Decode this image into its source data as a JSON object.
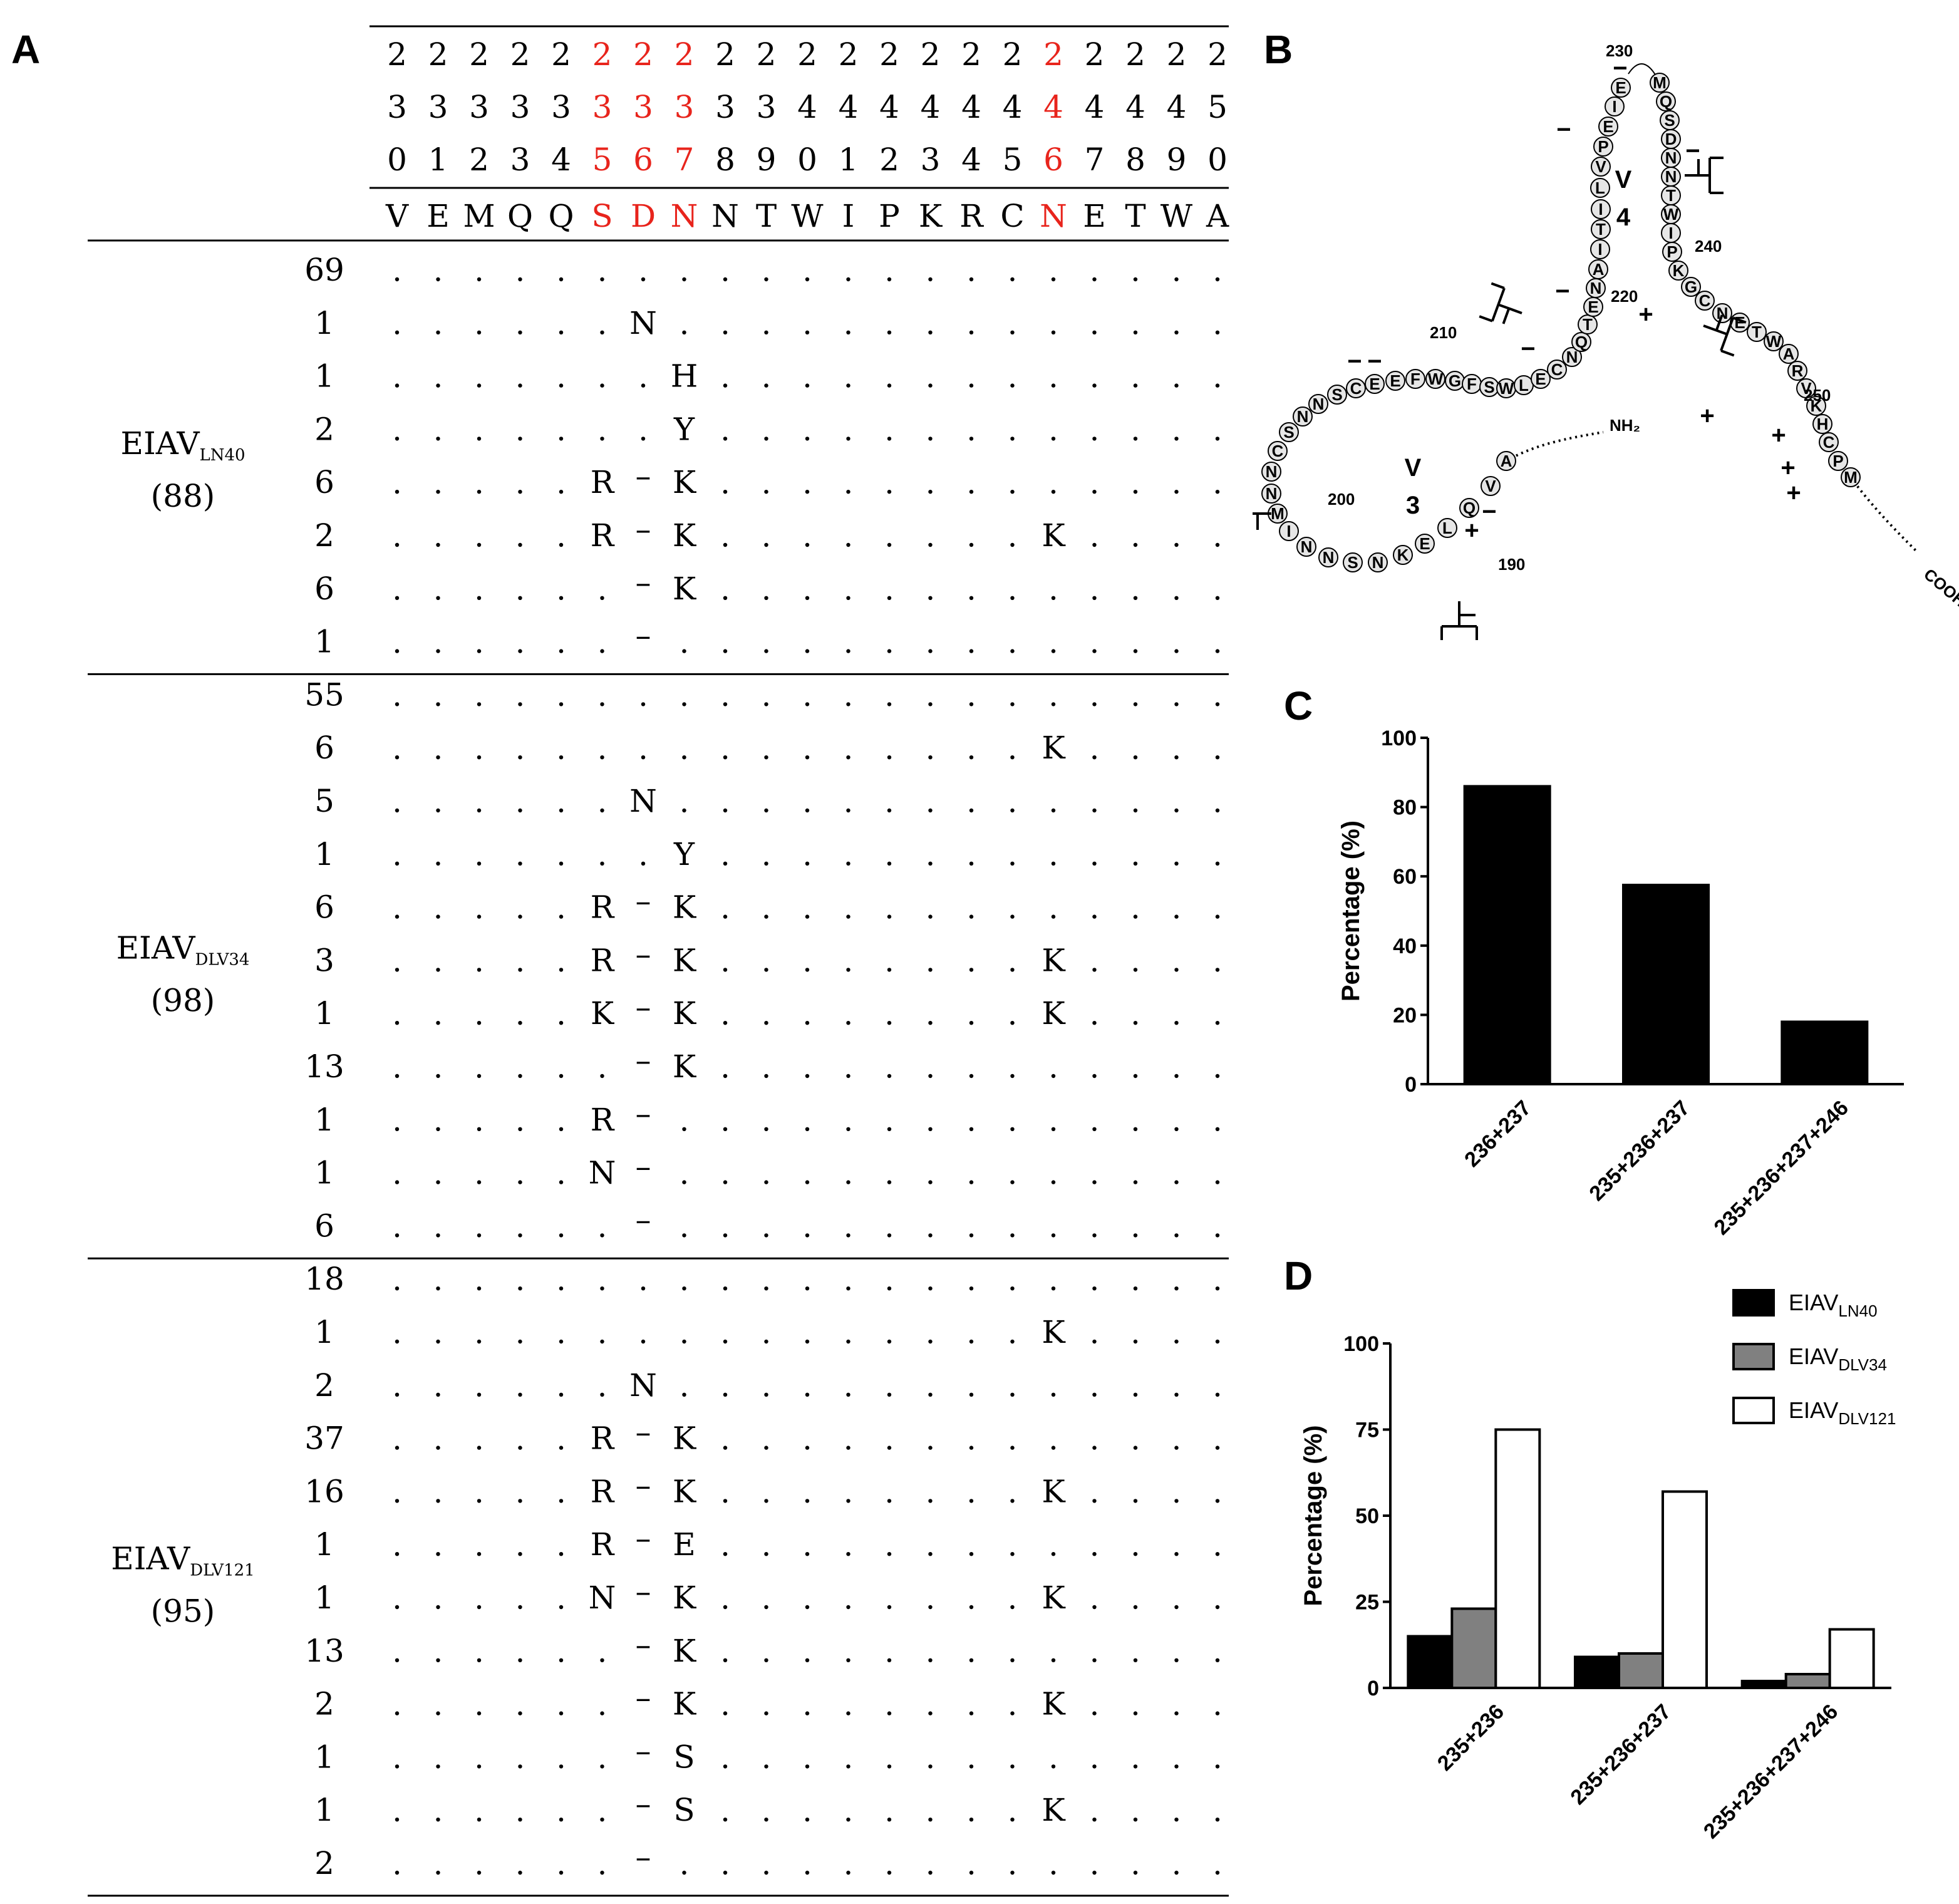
{
  "panelA": {
    "letter": "A",
    "positions": [
      "230",
      "231",
      "232",
      "233",
      "234",
      "235",
      "236",
      "237",
      "238",
      "239",
      "240",
      "241",
      "242",
      "243",
      "244",
      "245",
      "246",
      "247",
      "248",
      "249",
      "250"
    ],
    "highlight_idx": [
      5,
      6,
      7,
      16
    ],
    "reference": [
      "V",
      "E",
      "M",
      "Q",
      "Q",
      "S",
      "D",
      "N",
      "N",
      "T",
      "W",
      "I",
      "P",
      "K",
      "R",
      "C",
      "N",
      "E",
      "T",
      "W",
      "A"
    ],
    "groups": [
      {
        "name": "EIAV",
        "sub": "LN40",
        "total": "(88)",
        "rows": [
          {
            "count": "69",
            "subs": {}
          },
          {
            "count": "1",
            "subs": {
              "6": "N"
            }
          },
          {
            "count": "1",
            "subs": {
              "7": "H"
            }
          },
          {
            "count": "2",
            "subs": {
              "7": "Y"
            }
          },
          {
            "count": "6",
            "subs": {
              "5": "R",
              "6": "–",
              "7": "K"
            }
          },
          {
            "count": "2",
            "subs": {
              "5": "R",
              "6": "–",
              "7": "K",
              "16": "K"
            }
          },
          {
            "count": "6",
            "subs": {
              "6": "–",
              "7": "K"
            }
          },
          {
            "count": "1",
            "subs": {
              "6": "–"
            }
          }
        ]
      },
      {
        "name": "EIAV",
        "sub": "DLV34",
        "total": "(98)",
        "rows": [
          {
            "count": "55",
            "subs": {}
          },
          {
            "count": "6",
            "subs": {
              "16": "K"
            }
          },
          {
            "count": "5",
            "subs": {
              "6": "N"
            }
          },
          {
            "count": "1",
            "subs": {
              "7": "Y"
            }
          },
          {
            "count": "6",
            "subs": {
              "5": "R",
              "6": "–",
              "7": "K"
            }
          },
          {
            "count": "3",
            "subs": {
              "5": "R",
              "6": "–",
              "7": "K",
              "16": "K"
            }
          },
          {
            "count": "1",
            "subs": {
              "5": "K",
              "6": "–",
              "7": "K",
              "16": "K"
            }
          },
          {
            "count": "13",
            "subs": {
              "6": "–",
              "7": "K"
            }
          },
          {
            "count": "1",
            "subs": {
              "5": "R",
              "6": "–"
            }
          },
          {
            "count": "1",
            "subs": {
              "5": "N",
              "6": "–"
            }
          },
          {
            "count": "6",
            "subs": {
              "6": "–"
            }
          }
        ]
      },
      {
        "name": "EIAV",
        "sub": "DLV121",
        "total": "(95)",
        "rows": [
          {
            "count": "18",
            "subs": {}
          },
          {
            "count": "1",
            "subs": {
              "16": "K"
            }
          },
          {
            "count": "2",
            "subs": {
              "6": "N"
            }
          },
          {
            "count": "37",
            "subs": {
              "5": "R",
              "6": "–",
              "7": "K"
            }
          },
          {
            "count": "16",
            "subs": {
              "5": "R",
              "6": "–",
              "7": "K",
              "16": "K"
            }
          },
          {
            "count": "1",
            "subs": {
              "5": "R",
              "6": "–",
              "7": "E"
            }
          },
          {
            "count": "1",
            "subs": {
              "5": "N",
              "6": "–",
              "7": "K",
              "16": "K"
            }
          },
          {
            "count": "13",
            "subs": {
              "6": "–",
              "7": "K"
            }
          },
          {
            "count": "2",
            "subs": {
              "6": "–",
              "7": "K",
              "16": "K"
            }
          },
          {
            "count": "1",
            "subs": {
              "6": "–",
              "7": "S"
            }
          },
          {
            "count": "1",
            "subs": {
              "6": "–",
              "7": "S",
              "16": "K"
            }
          },
          {
            "count": "2",
            "subs": {
              "6": "–"
            }
          }
        ]
      }
    ],
    "colors": {
      "highlight": "#e8241c",
      "text": "#000000"
    }
  },
  "panelB": {
    "letter": "B",
    "loop_labels": [
      {
        "line1": "V",
        "line2": "3"
      },
      {
        "line1": "V",
        "line2": "4"
      }
    ],
    "v3_residues": [
      "A",
      "V",
      "Q",
      "L",
      "E",
      "K",
      "N",
      "S",
      "N",
      "N",
      "I",
      "M",
      "N",
      "N",
      "C",
      "S",
      "N",
      "N",
      "S",
      "C",
      "E",
      "E",
      "F",
      "W",
      "G",
      "F",
      "S",
      "W",
      "L",
      "E",
      "C",
      "N",
      "Q",
      "T",
      "E",
      "N",
      "A",
      "I",
      "T",
      "I",
      "L",
      "V",
      "P",
      "E",
      "I",
      "E"
    ],
    "v4_residues": [
      "M",
      "Q",
      "S",
      "D",
      "N",
      "N",
      "T",
      "W",
      "I",
      "P",
      "K",
      "G",
      "C",
      "N",
      "E",
      "T",
      "W",
      "A",
      "R",
      "V",
      "K",
      "H",
      "C",
      "P",
      "M"
    ],
    "numbers": [
      "190",
      "200",
      "210",
      "220",
      "230",
      "240",
      "250"
    ],
    "nh2": "NH₂",
    "cooh": "COOH"
  },
  "panelC": {
    "letter": "C",
    "chart_data": {
      "type": "bar",
      "categories": [
        "236+237",
        "235+236+237",
        "235+236+237+246"
      ],
      "values": [
        86,
        57.5,
        18
      ],
      "ylabel": "Percentage (%)",
      "ylim": [
        0,
        100
      ],
      "yticks": [
        "0",
        "20",
        "40",
        "60",
        "80",
        "100"
      ],
      "bar_color": "#000000"
    }
  },
  "panelD": {
    "letter": "D",
    "chart_data": {
      "type": "bar",
      "categories": [
        "235+236",
        "235+236+237",
        "235+236+237+246"
      ],
      "series": [
        {
          "name": "EIAV",
          "sub": "LN40",
          "values": [
            15,
            9,
            2
          ],
          "color": "#000000"
        },
        {
          "name": "EIAV",
          "sub": "DLV34",
          "values": [
            23,
            10,
            4
          ],
          "color": "#808080"
        },
        {
          "name": "EIAV",
          "sub": "DLV121",
          "values": [
            75,
            57,
            17
          ],
          "color": "#ffffff"
        }
      ],
      "ylabel": "Percentage (%)",
      "ylim": [
        0,
        100
      ],
      "yticks": [
        "0",
        "25",
        "50",
        "75",
        "100"
      ],
      "legend": "top-right"
    }
  }
}
